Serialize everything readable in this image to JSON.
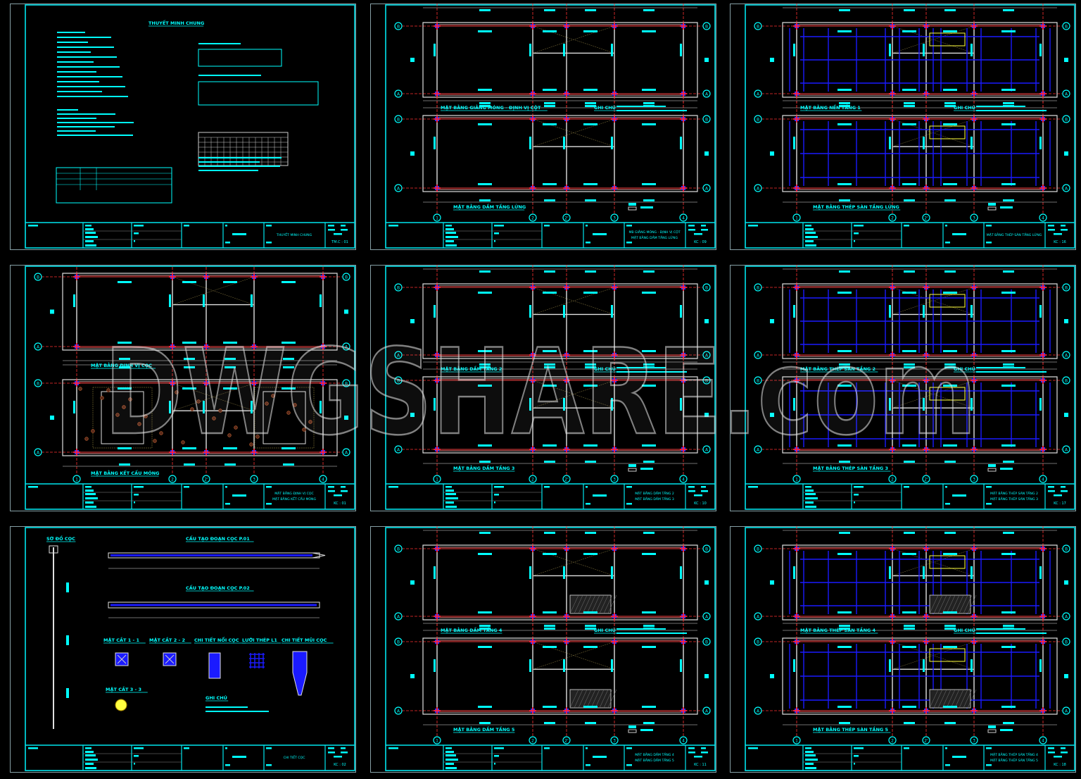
{
  "colors": {
    "background": "#000000",
    "frame": "#00e5ee",
    "text": "#00ffff",
    "wall": "#e0e0e0",
    "grid_axis": "#ff3030",
    "beam": "#7a2222",
    "steel": "#1a1aff",
    "highlight": "#ffff40"
  },
  "grid": {
    "rows": [
      "B",
      "A"
    ],
    "cols": [
      "1",
      "2",
      "2'",
      "3",
      "4"
    ]
  },
  "notes_label": "GHI CHÚ",
  "watermark": "DWGSHARE.com",
  "sheets": [
    {
      "kind": "spec",
      "titles": [
        "THUYẾT MINH CHUNG"
      ],
      "block_title": [
        "THUYẾT MINH CHUNG"
      ],
      "code": "TM.C : 01"
    },
    {
      "kind": "beam",
      "titles": [
        "MẶT BẰNG GIẰNG MÓNG - ĐỊNH VỊ CỘT",
        "MẶT BẰNG DẦM TẦNG LỬNG"
      ],
      "block_title": [
        "MB GIẰNG MÓNG - ĐỊNH VỊ CỘT",
        "MẶT BẰNG DẦM TẦNG LỬNG"
      ],
      "code": "KC : 09"
    },
    {
      "kind": "steel",
      "titles": [
        "MẶT BẰNG NỀN TẦNG 1",
        "MẶT BẰNG THÉP SÀN TẦNG LỬNG"
      ],
      "block_title": [
        "MẶT BẰNG THÉP SÀN TẦNG LỬNG"
      ],
      "code": "KC : 16"
    },
    {
      "kind": "foundation",
      "titles": [
        "MẶT BẰNG ĐỊNH VỊ CỌC",
        "MẶT BẰNG KẾT CẤU MÓNG"
      ],
      "block_title": [
        "MẶT BẰNG ĐỊNH VỊ CỌC",
        "MẶT BẰNG KẾT CẤU MÓNG"
      ],
      "code": "KC : 01"
    },
    {
      "kind": "beam",
      "titles": [
        "MẶT BẰNG DẦM TẦNG 2",
        "MẶT BẰNG DẦM TẦNG 3"
      ],
      "block_title": [
        "MẶT BẰNG DẦM TẦNG 2",
        "MẶT BẰNG DẦM TẦNG 3"
      ],
      "code": "KC : 10"
    },
    {
      "kind": "steel",
      "titles": [
        "MẶT BẰNG THÉP SÀN TẦNG 2",
        "MẶT BẰNG THÉP SÀN TẦNG 3"
      ],
      "block_title": [
        "MẶT BẰNG THÉP SÀN TẦNG 2",
        "MẶT BẰNG THÉP SÀN TẦNG 3"
      ],
      "code": "KC : 17"
    },
    {
      "kind": "pile",
      "titles": [
        "SƠ ĐỒ CỌC",
        "CẤU TẠO ĐOẠN CỌC P.01",
        "CẤU TẠO ĐOẠN CỌC P.02",
        "MẶT CẮT 1 - 1",
        "MẶT CẮT 2 - 2",
        "CHI TIẾT NỐI CỌC",
        "LƯỚI THÉP L1",
        "CHI TIẾT MŨI CỌC",
        "MẶT CẮT 3 - 3"
      ],
      "block_title": [
        "CHI TIẾT CỌC"
      ],
      "code": "KC : 02"
    },
    {
      "kind": "beam",
      "titles": [
        "MẶT BẰNG DẦM TẦNG 4",
        "MẶT BẰNG DẦM TẦNG 5"
      ],
      "block_title": [
        "MẶT BẰNG DẦM TẦNG 4",
        "MẶT BẰNG DẦM TẦNG 5"
      ],
      "code": "KC : 11"
    },
    {
      "kind": "steel",
      "titles": [
        "MẶT BẰNG THÉP SÀN TẦNG 4",
        "MẶT BẰNG THÉP SÀN TẦNG 5"
      ],
      "block_title": [
        "MẶT BẰNG THÉP SÀN TẦNG 4",
        "MẶT BẰNG THÉP SÀN TẦNG 5"
      ],
      "code": "KC : 18"
    }
  ]
}
